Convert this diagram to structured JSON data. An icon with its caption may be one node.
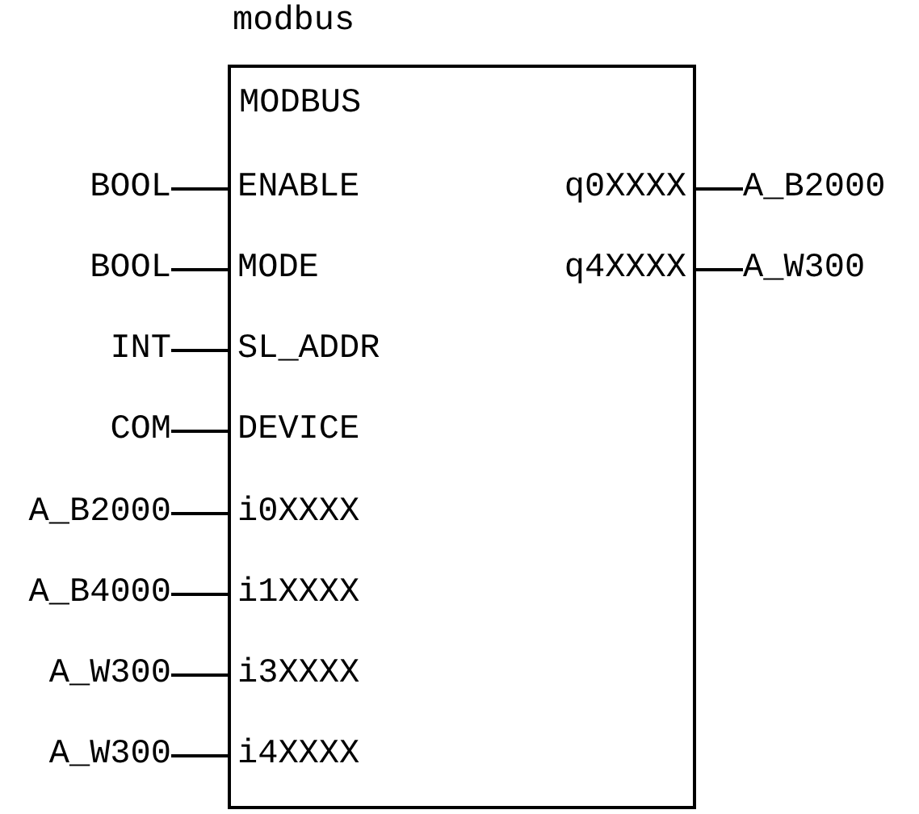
{
  "diagram": {
    "nodes": [
      {
        "text": [
          "modbus",
          "MODBUS"
        ]
      },
      {
        "text": [
          "BOOL"
        ]
      },
      {
        "text": [
          "ENABLE"
        ],
        "in": 0
      },
      {
        "text": [
          "q0XXXX"
        ],
        "in": 0
      },
      {
        "text": [
          "A_B2000"
        ]
      },
      {
        "text": [
          "BOOL"
        ]
      },
      {
        "text": [
          "MODE"
        ],
        "in": 0
      },
      {
        "text": [
          "q4XXXX"
        ],
        "in": 0
      },
      {
        "text": [
          "A_W300"
        ]
      },
      {
        "text": [
          "INT"
        ]
      },
      {
        "text": [
          "SL_ADDR"
        ],
        "in": 0
      },
      {
        "text": [
          "COM"
        ]
      },
      {
        "text": [
          "DEVICE"
        ],
        "in": 0
      },
      {
        "text": [
          "A_B2000"
        ]
      },
      {
        "text": [
          "i0XXXX"
        ],
        "in": 0
      },
      {
        "text": [
          "A_B4000"
        ]
      },
      {
        "text": [
          "i1XXXX"
        ],
        "in": 0
      },
      {
        "text": [
          "A_W300"
        ]
      },
      {
        "text": [
          "i3XXXX"
        ],
        "in": 0
      },
      {
        "text": [
          "A_W300"
        ]
      },
      {
        "text": [
          "i4XXXX"
        ],
        "in": 0
      }
    ],
    "edges": [
      {
        "from": 1,
        "to": 2,
        "arrow": "none"
      },
      {
        "from": 3,
        "to": 4,
        "arrow": "none"
      },
      {
        "from": 5,
        "to": 6,
        "arrow": "none"
      },
      {
        "from": 7,
        "to": 8,
        "arrow": "none"
      },
      {
        "from": 9,
        "to": 10,
        "arrow": "none"
      },
      {
        "from": 11,
        "to": 12,
        "arrow": "none"
      },
      {
        "from": 13,
        "to": 14,
        "arrow": "none"
      },
      {
        "from": 15,
        "to": 16,
        "arrow": "none"
      },
      {
        "from": 17,
        "to": 18,
        "arrow": "none"
      },
      {
        "from": 19,
        "to": 20,
        "arrow": "none"
      }
    ]
  }
}
